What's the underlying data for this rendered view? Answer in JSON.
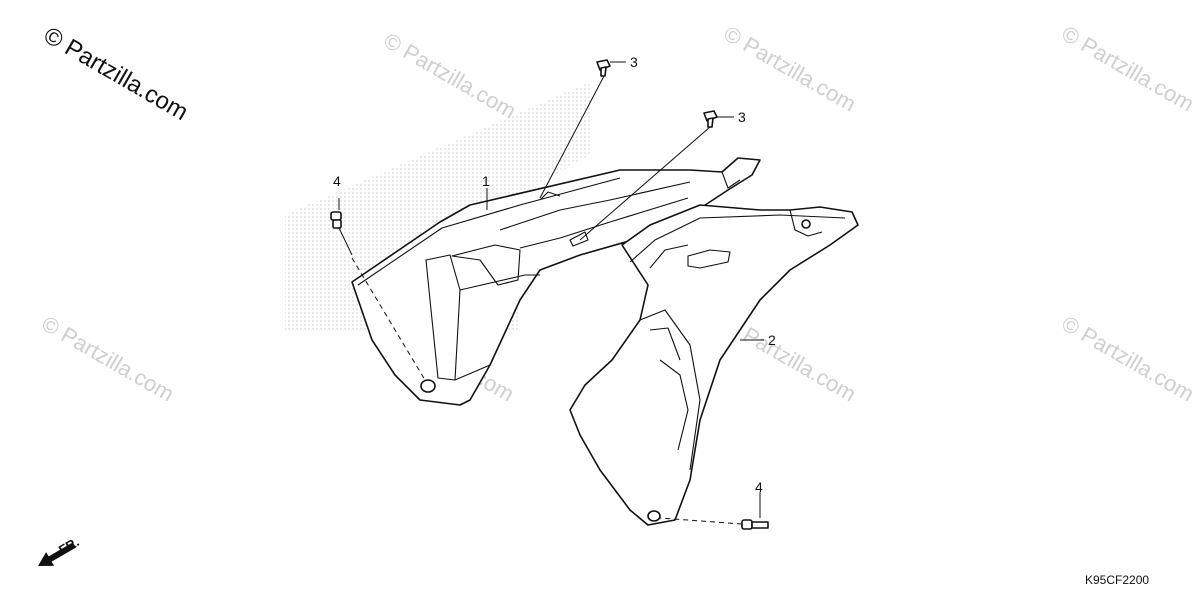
{
  "watermark": {
    "main": "© Partzilla.com",
    "repeat": "© Partzilla.com"
  },
  "callouts": {
    "part_1": "1",
    "part_2": "2",
    "bolt_top_left": "3",
    "bolt_top_right": "3",
    "clip_left": "4",
    "clip_right": "4"
  },
  "diagram_code": "K95CF2200",
  "direction_label": "FR."
}
